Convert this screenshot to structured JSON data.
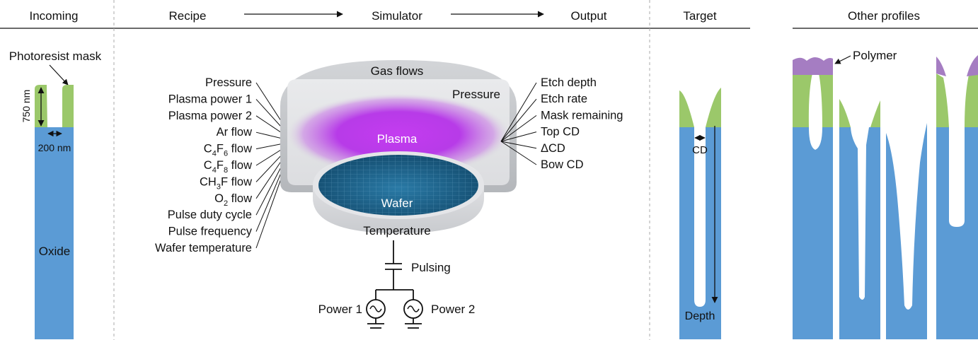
{
  "headers": {
    "incoming": "Incoming",
    "recipe": "Recipe",
    "simulator": "Simulator",
    "output": "Output",
    "target": "Target",
    "other_profiles": "Other profiles"
  },
  "incoming": {
    "photoresist_label": "Photoresist mask",
    "height_label": "750 nm",
    "width_label": "200 nm",
    "oxide_label": "Oxide"
  },
  "recipe_params": [
    "Pressure",
    "Plasma power 1",
    "Plasma power 2",
    "Ar flow",
    "C4F6 flow",
    "C4F8 flow",
    "CH3F flow",
    "O2 flow",
    "Pulse duty cycle",
    "Pulse frequency",
    "Wafer temperature"
  ],
  "simulator": {
    "gas_flows": "Gas flows",
    "pressure": "Pressure",
    "plasma": "Plasma",
    "wafer": "Wafer",
    "temperature": "Temperature",
    "pulsing": "Pulsing",
    "power1": "Power 1",
    "power2": "Power 2"
  },
  "outputs": [
    "Etch depth",
    "Etch rate",
    "Mask remaining",
    "Top CD",
    "ΔCD",
    "Bow CD"
  ],
  "target": {
    "cd_label": "CD",
    "depth_label": "Depth"
  },
  "other_profiles": {
    "polymer_label": "Polymer"
  },
  "colors": {
    "oxide": "#5b9bd5",
    "mask": "#9bc86a",
    "polymer": "#a57dc2",
    "plasma": "#b532e8",
    "wafer": "#1c5f86",
    "chamber": "#b5b8bd"
  }
}
